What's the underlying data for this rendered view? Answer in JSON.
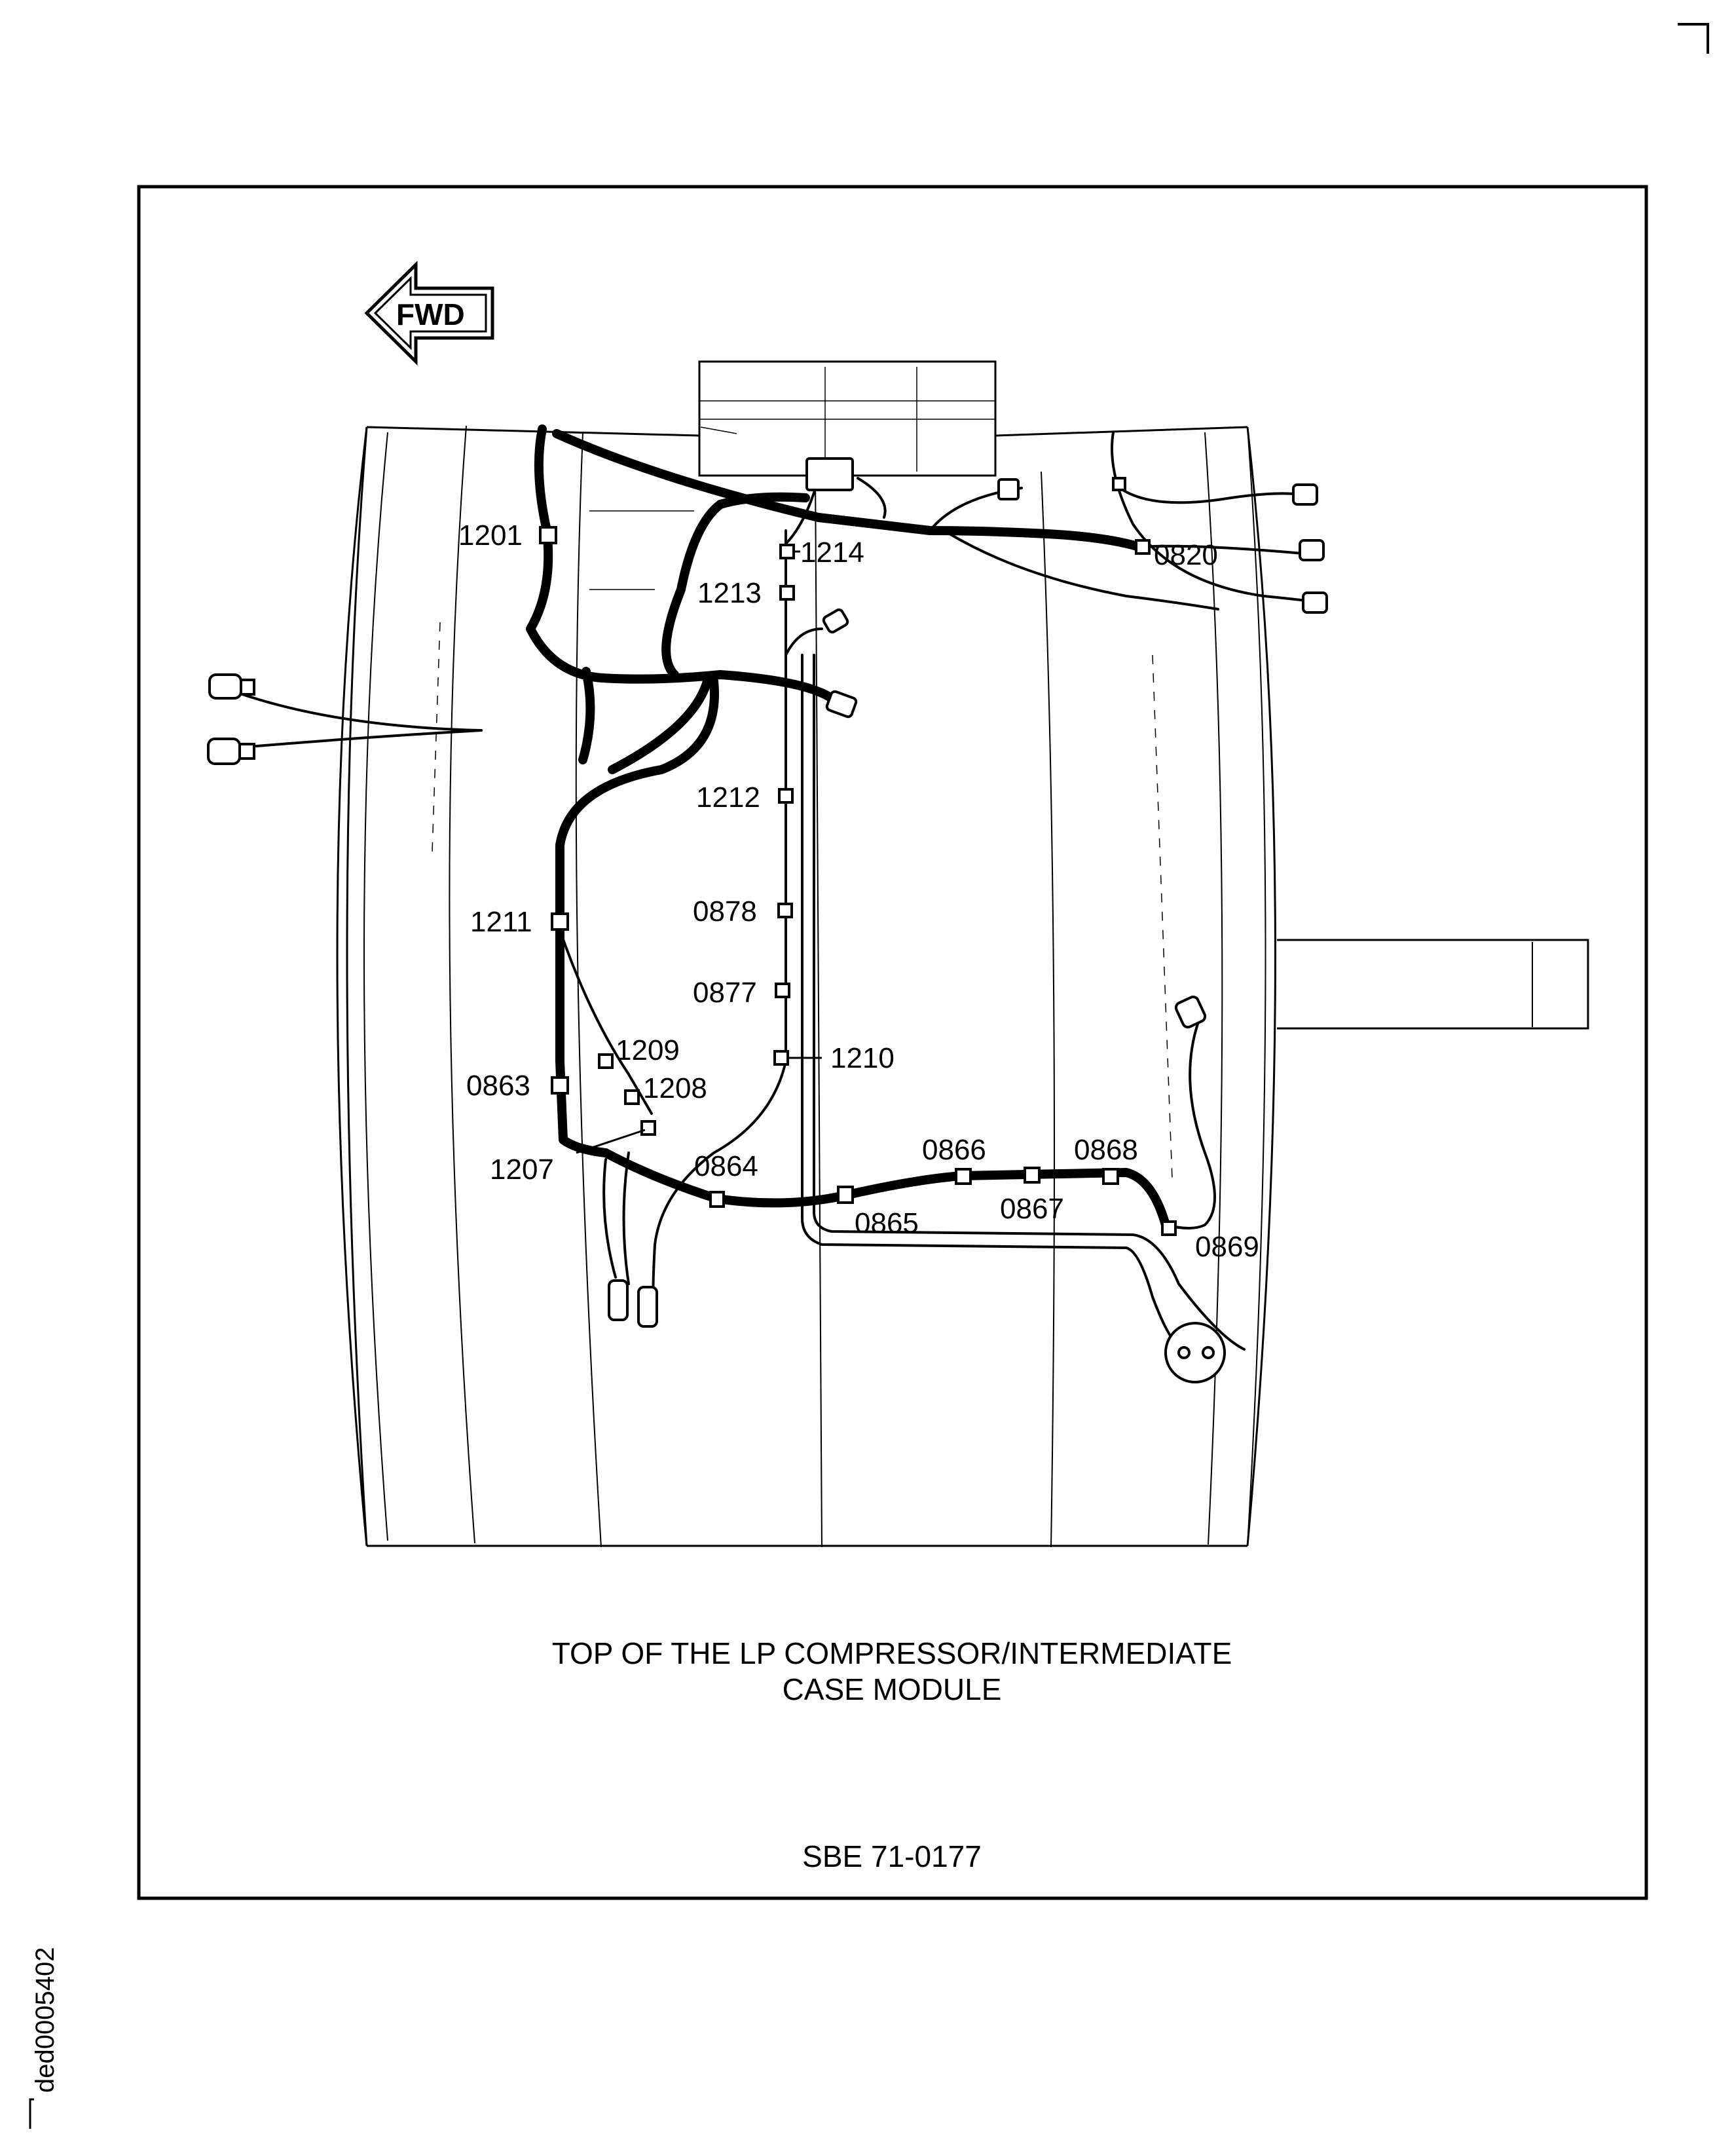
{
  "direction_arrow": {
    "label": "FWD"
  },
  "caption": {
    "line1": "TOP OF THE LP COMPRESSOR/INTERMEDIATE",
    "line2": "CASE MODULE"
  },
  "reference": "SBE 71-0177",
  "figure_id": "ded0005402",
  "clamp_labels": {
    "c1201": "1201",
    "c1214": "1214",
    "c1213": "1213",
    "c0820": "0820",
    "c1212": "1212",
    "c0878": "0878",
    "c1211": "1211",
    "c0877": "0877",
    "c1210": "1210",
    "c1209": "1209",
    "c1208": "1208",
    "c0863": "0863",
    "c1207": "1207",
    "c0864": "0864",
    "c0866": "0866",
    "c0868": "0868",
    "c0867": "0867",
    "c0865": "0865",
    "c0869": "0869"
  },
  "colors": {
    "line": "#000000",
    "background": "#ffffff"
  }
}
